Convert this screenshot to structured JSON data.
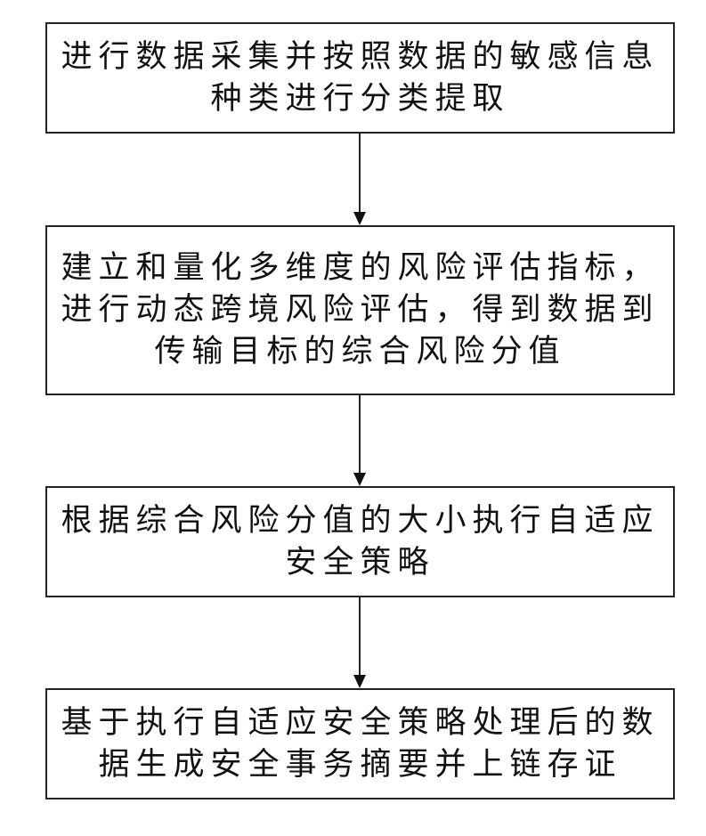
{
  "steps": [
    {
      "lines": [
        "进行数据采集并按照数据的敏感信息",
        "种类进行分类提取"
      ]
    },
    {
      "lines": [
        "建立和量化多维度的风险评估指标，",
        "进行动态跨境风险评估，得到数据到",
        "传输目标的综合风险分值"
      ]
    },
    {
      "lines": [
        "根据综合风险分值的大小执行自适应",
        "安全策略"
      ]
    },
    {
      "lines": [
        "基于执行自适应安全策略处理后的数",
        "据生成安全事务摘要并上链存证"
      ]
    }
  ]
}
